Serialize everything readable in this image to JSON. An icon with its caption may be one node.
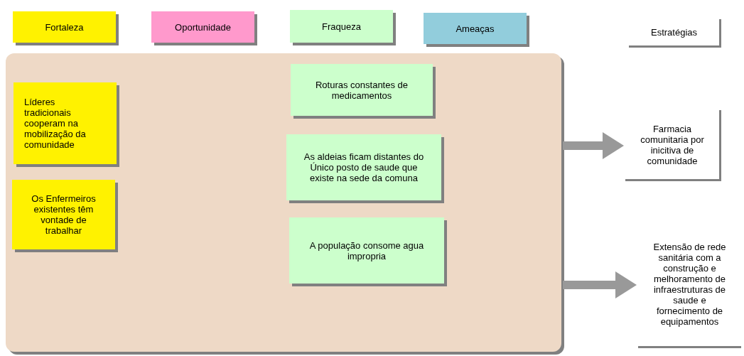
{
  "diagram": {
    "nodes": [
      {
        "text": [
          "Fortaleza"
        ]
      },
      {
        "text": [
          "Oportunidade"
        ]
      },
      {
        "text": [
          "Fraqueza"
        ]
      },
      {
        "text": [
          "Ameaças"
        ]
      },
      {
        "text": [
          "Estratégias"
        ]
      },
      {
        "text": [],
        "shape": "box"
      },
      {
        "text": [
          "Líderes tradicionais cooperam na mobilização da comunidade"
        ],
        "in": 5
      },
      {
        "text": [
          "Os Enfermeiros existentes têm vontade de trabalhar"
        ],
        "in": 5
      },
      {
        "text": [
          "Roturas constantes de medicamentos"
        ],
        "in": 5
      },
      {
        "text": [
          "As aldeias ficam distantes do Único posto de saude que existe na sede da comuna"
        ],
        "in": 5
      },
      {
        "text": [
          "A população consome agua impropria"
        ],
        "in": 5
      },
      {
        "text": [
          "Farmacia comunitaria por inicitiva de comunidade"
        ]
      },
      {
        "text": [
          "Extensão de rede sanitária com a construção e melhoramento de infraestruturas de saude e fornecimento de equipamentos"
        ]
      }
    ],
    "edges": [
      {
        "from": 5,
        "to": 11,
        "arrow": "to"
      },
      {
        "from": 5,
        "to": 12,
        "arrow": "to"
      }
    ]
  }
}
